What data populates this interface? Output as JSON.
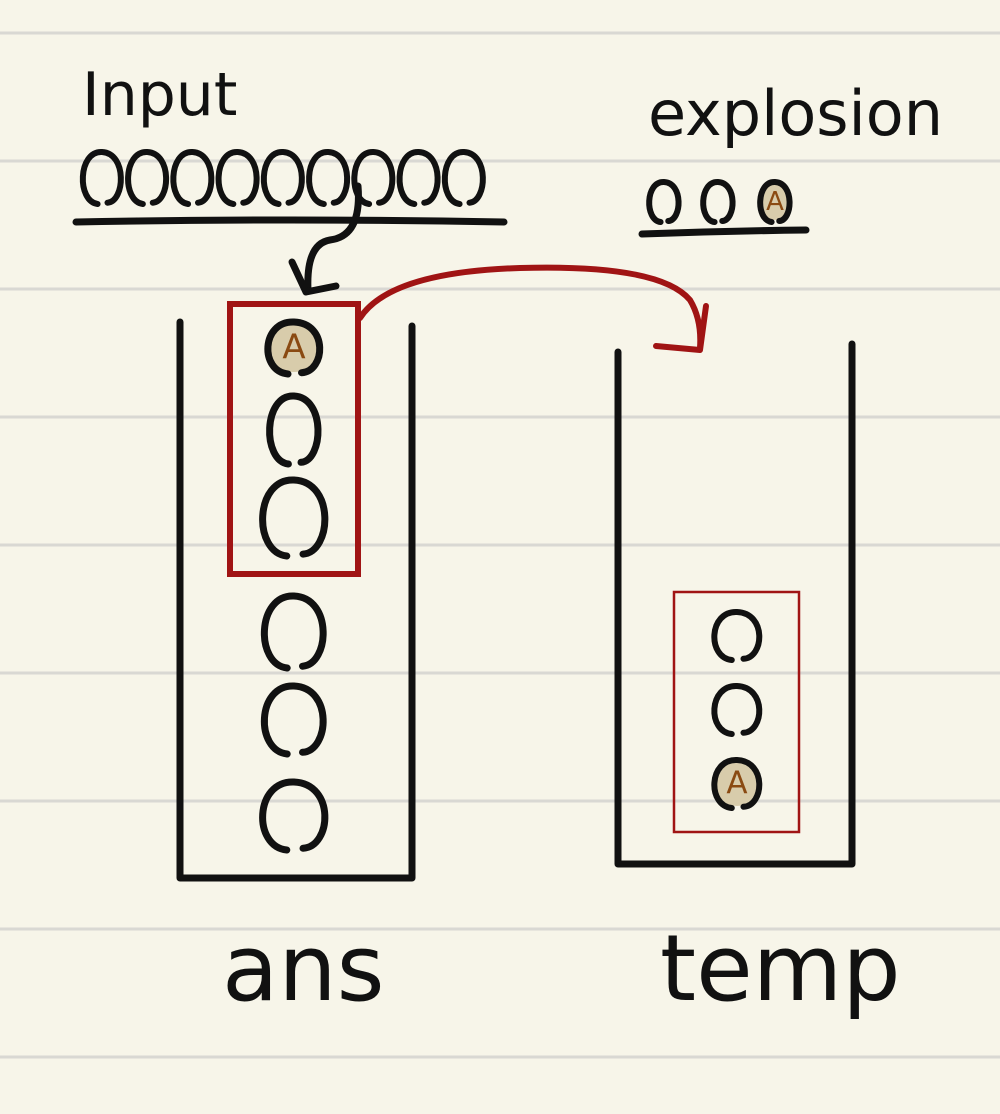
{
  "labels": {
    "input": "Input",
    "explosion": "explosion",
    "ans": "ans",
    "temp": "temp"
  },
  "marker_letter": "A",
  "input_sequence": {
    "count": 9,
    "marked_index": null
  },
  "explosion_sequence": {
    "count": 3,
    "marked_index": 2
  },
  "ans_stack": {
    "count": 6,
    "marked_index_from_top": 0,
    "highlighted_count": 3
  },
  "temp_stack": {
    "count": 3,
    "marked_index_from_top": 2,
    "highlighted_count": 3
  },
  "colors": {
    "background": "#f7f5e9",
    "ruled_line": "#d9d8d3",
    "ink": "#111111",
    "highlight_red": "#a01414",
    "marker_fill": "#d8ccab",
    "marker_text": "#8a4a12"
  }
}
